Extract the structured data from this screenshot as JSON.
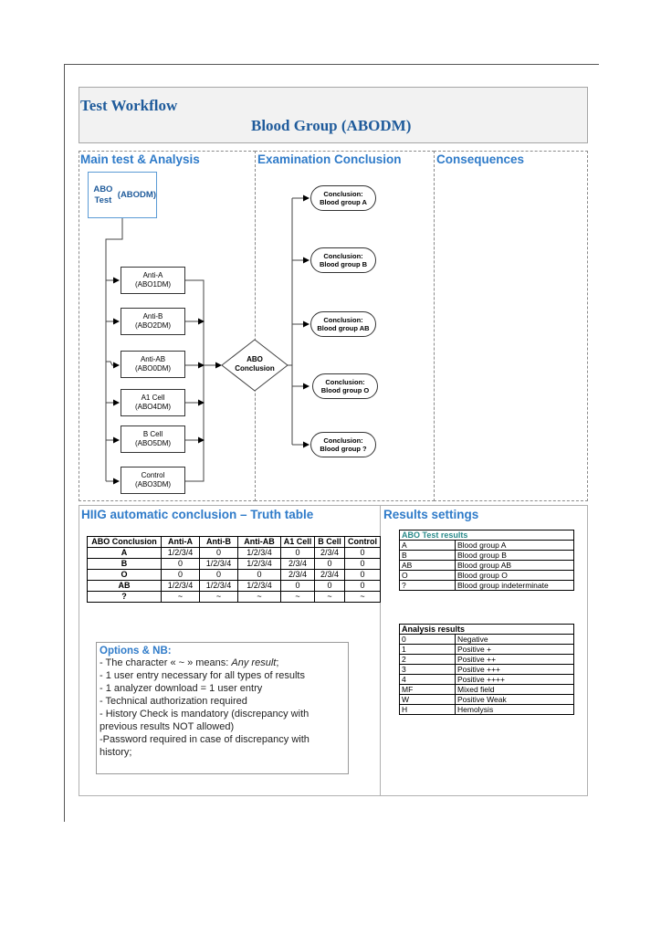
{
  "header": {
    "line1": "Test Workflow",
    "line2": "Blood Group (ABODM)"
  },
  "sections": {
    "main": "Main test & Analysis",
    "exam": "Examination Conclusion",
    "consequences": "Consequences",
    "truth": "HIIG automatic conclusion – Truth table",
    "results": "Results settings"
  },
  "flow": {
    "abo_test": [
      "ABO Test",
      "(ABODM)"
    ],
    "analyses": [
      {
        "name": "Anti-A",
        "code": "(ABO1DM)"
      },
      {
        "name": "Anti-B",
        "code": "(ABO2DM)"
      },
      {
        "name": "Anti-AB",
        "code": "(ABO0DM)"
      },
      {
        "name": "A1 Cell",
        "code": "(ABO4DM)"
      },
      {
        "name": "B Cell",
        "code": "(ABO5DM)"
      },
      {
        "name": "Control",
        "code": "(ABO3DM)"
      }
    ],
    "decision": [
      "ABO",
      "Conclusion"
    ],
    "conclusions": [
      {
        "l1": "Conclusion:",
        "l2": "Blood group A"
      },
      {
        "l1": "Conclusion:",
        "l2": "Blood group B"
      },
      {
        "l1": "Conclusion:",
        "l2": "Blood group AB"
      },
      {
        "l1": "Conclusion:",
        "l2": "Blood group O"
      },
      {
        "l1": "Conclusion:",
        "l2": "Blood group ?"
      }
    ]
  },
  "truth_table": {
    "headers": [
      "ABO Conclusion",
      "Anti-A",
      "Anti-B",
      "Anti-AB",
      "A1 Cell",
      "B Cell",
      "Control"
    ],
    "rows": [
      [
        "A",
        "1/2/3/4",
        "0",
        "1/2/3/4",
        "0",
        "2/3/4",
        "0"
      ],
      [
        "B",
        "0",
        "1/2/3/4",
        "1/2/3/4",
        "2/3/4",
        "0",
        "0"
      ],
      [
        "O",
        "0",
        "0",
        "0",
        "2/3/4",
        "2/3/4",
        "0"
      ],
      [
        "AB",
        "1/2/3/4",
        "1/2/3/4",
        "1/2/3/4",
        "0",
        "0",
        "0"
      ],
      [
        "?",
        "~",
        "~",
        "~",
        "~",
        "~",
        "~"
      ]
    ]
  },
  "options": {
    "title": "Options & NB:",
    "line1_a": "- The character « ~ » means: ",
    "line1_b": "Any result",
    "line1_c": ";",
    "lines": [
      "- 1 user entry necessary for all types of results",
      "- 1 analyzer download = 1 user entry",
      "- Technical authorization required",
      "- History Check is mandatory (discrepancy with",
      "previous results NOT allowed)",
      "-Password required in case of discrepancy with",
      "history;"
    ]
  },
  "abo_results": {
    "title": "ABO Test results",
    "rows": [
      [
        "A",
        "Blood group A"
      ],
      [
        "B",
        "Blood group B"
      ],
      [
        "AB",
        "Blood group AB"
      ],
      [
        "O",
        "Blood group O"
      ],
      [
        "?",
        "Blood group indeterminate"
      ]
    ]
  },
  "analysis_results": {
    "title": "Analysis results",
    "rows": [
      [
        "0",
        "Negative"
      ],
      [
        "1",
        "Positive +"
      ],
      [
        "2",
        "Positive ++"
      ],
      [
        "3",
        "Positive +++"
      ],
      [
        "4",
        "Positive ++++"
      ],
      [
        "MF",
        "Mixed field"
      ],
      [
        "W",
        "Positive Weak"
      ],
      [
        "H",
        "Hemolysis"
      ]
    ]
  },
  "colors": {
    "title_blue": "#1f5b9b",
    "section_blue": "#2f7bc9",
    "abo_results_title": "#2a8a8a"
  }
}
